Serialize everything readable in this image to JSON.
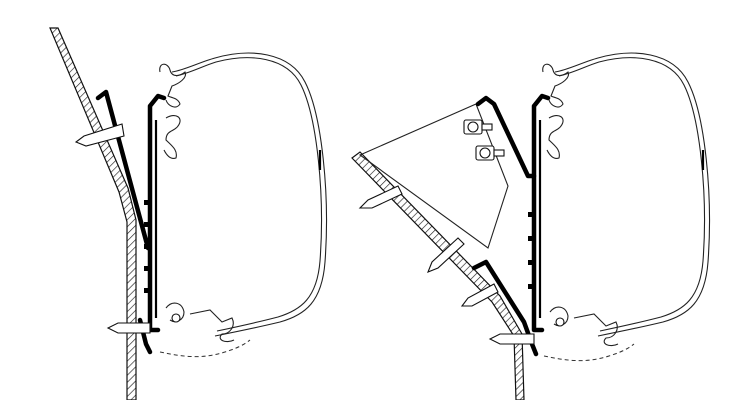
{
  "figure": {
    "panels": [
      {
        "id": "left",
        "icon": "awning-adapter-bracket-direct-mount"
      },
      {
        "id": "right",
        "icon": "awning-adapter-bracket-angled-mount"
      }
    ],
    "colors": {
      "line": "#111111",
      "rail": "#000000",
      "background": "#ffffff"
    }
  }
}
